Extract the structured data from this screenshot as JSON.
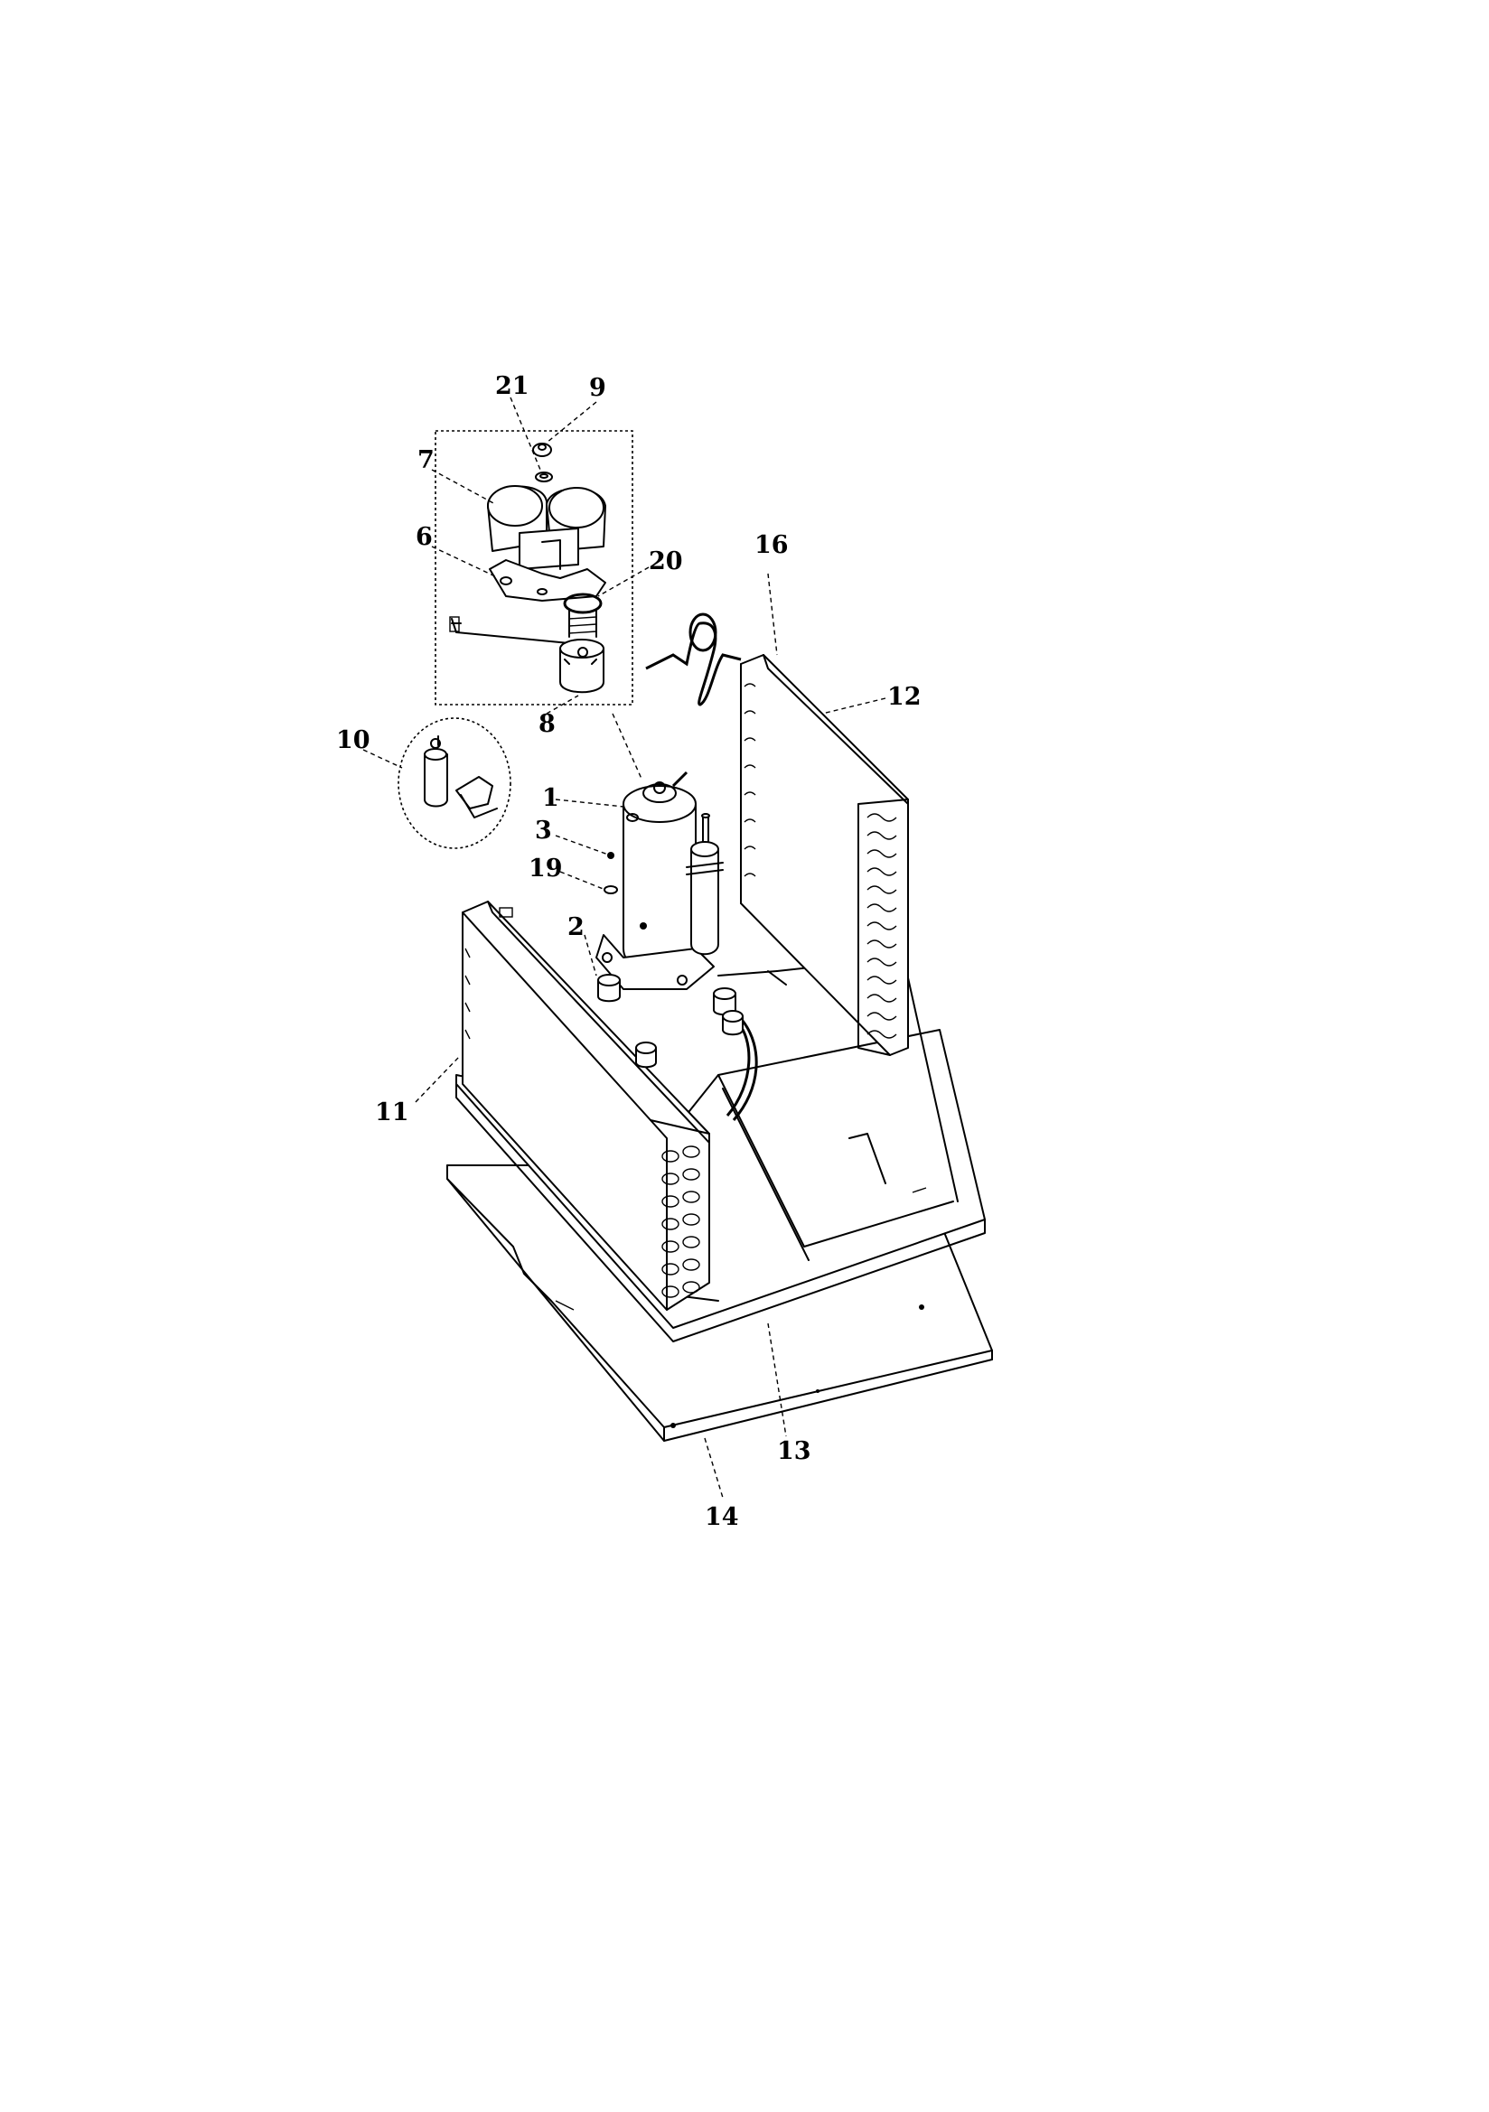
{
  "diagram": {
    "callouts": [
      {
        "id": "c1",
        "label": "1"
      },
      {
        "id": "c2",
        "label": "2"
      },
      {
        "id": "c3",
        "label": "3"
      },
      {
        "id": "c6",
        "label": "6"
      },
      {
        "id": "c7",
        "label": "7"
      },
      {
        "id": "c8",
        "label": "8"
      },
      {
        "id": "c9",
        "label": "9"
      },
      {
        "id": "c10",
        "label": "10"
      },
      {
        "id": "c11",
        "label": "11"
      },
      {
        "id": "c12",
        "label": "12"
      },
      {
        "id": "c13",
        "label": "13"
      },
      {
        "id": "c14",
        "label": "14"
      },
      {
        "id": "c16",
        "label": "16"
      },
      {
        "id": "c19",
        "label": "19"
      },
      {
        "id": "c20",
        "label": "20"
      },
      {
        "id": "c21",
        "label": "21"
      }
    ]
  }
}
